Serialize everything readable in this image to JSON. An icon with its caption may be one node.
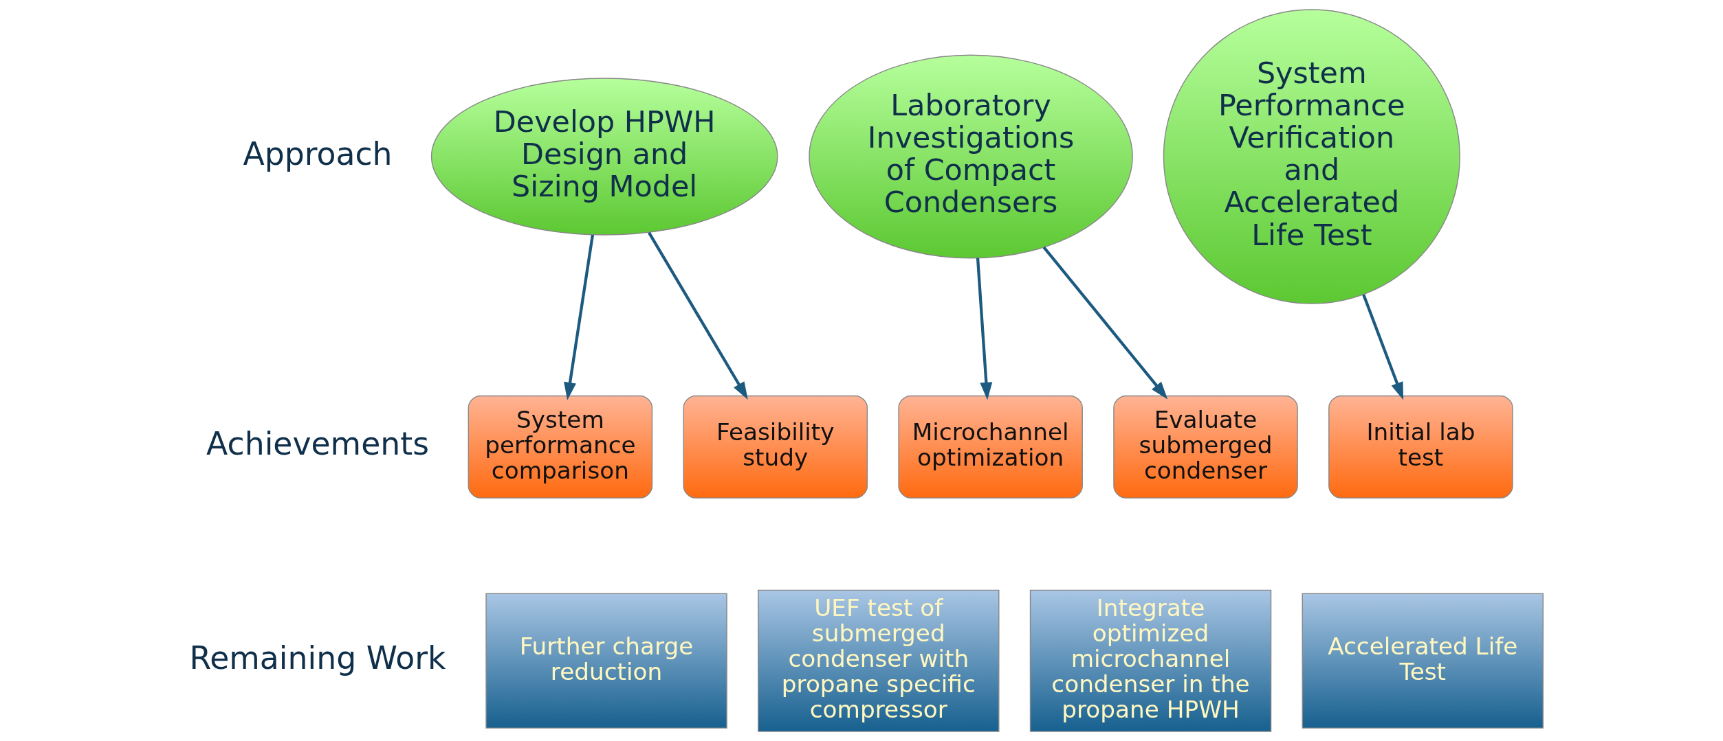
{
  "diagram": {
    "nodes": [
      {
        "text": [
          "Develop HPWH Design and Sizing Model"
        ]
      },
      {
        "text": [
          "Laboratory Investigations of Compact Condensers"
        ]
      },
      {
        "text": [
          "System Performance Verification and Accelerated Life Test"
        ]
      },
      {
        "text": [
          "System performance comparison"
        ]
      },
      {
        "text": [
          "Feasibility study"
        ]
      },
      {
        "text": [
          "Microchannel optimization"
        ]
      },
      {
        "text": [
          "Evaluate submerged condenser"
        ]
      },
      {
        "text": [
          "Initial lab test"
        ]
      },
      {
        "text": [
          "Further charge reduction"
        ]
      },
      {
        "text": [
          "UEF test of submerged condenser with propane specific compressor"
        ]
      },
      {
        "text": [
          "Integrate optimized microchannel condenser in the propane HPWH"
        ]
      },
      {
        "text": [
          "Accelerated Life Test"
        ]
      }
    ],
    "edges": [
      {
        "from": 0,
        "to": 3,
        "arrow": "to"
      },
      {
        "from": 0,
        "to": 4,
        "arrow": "to"
      },
      {
        "from": 1,
        "to": 5,
        "arrow": "to"
      },
      {
        "from": 1,
        "to": 6,
        "arrow": "to"
      },
      {
        "from": 2,
        "to": 7,
        "arrow": "to"
      }
    ],
    "labels": [
      "Approach",
      "Achievements",
      "Remaining Work"
    ]
  }
}
